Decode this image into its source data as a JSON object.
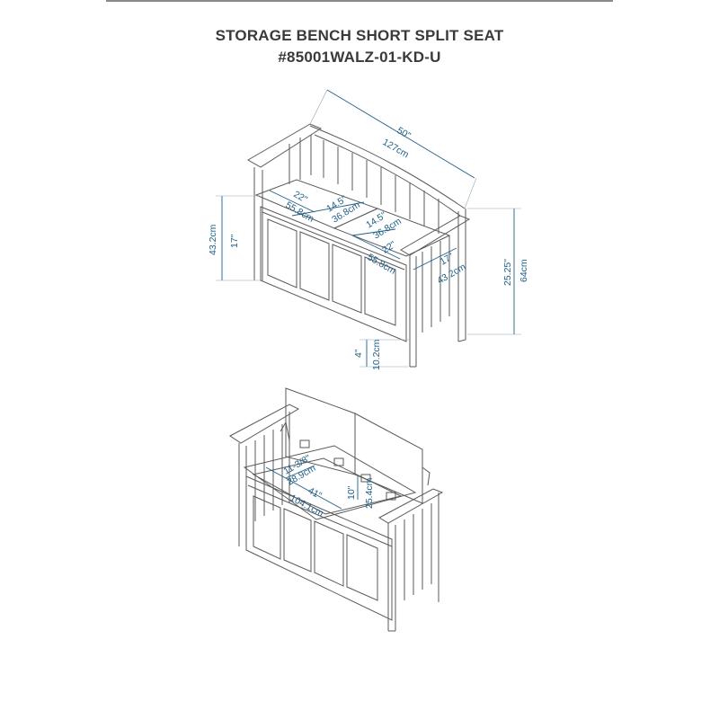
{
  "header": {
    "title_line1": "STORAGE BENCH SHORT SPLIT SEAT",
    "title_line2": "#85001WALZ-01-KD-U"
  },
  "colors": {
    "dimension": "#1f5f86",
    "outline": "#5a5a5a",
    "title": "#3a3a3a"
  },
  "top_view": {
    "width_in": "50\"",
    "width_cm": "127cm",
    "seat_left_depth_in": "22\"",
    "seat_left_depth_cm": "55.8cm",
    "seat_left_width_in": "14.5\"",
    "seat_left_width_cm": "36.8cm",
    "seat_right_width_in": "14.5\"",
    "seat_right_width_cm": "36.8cm",
    "seat_right_depth_in": "22\"",
    "seat_right_depth_cm": "55.8cm",
    "depth_in": "17\"",
    "depth_cm": "43.2cm",
    "seat_height_in": "17\"",
    "seat_height_cm": "43.2cm",
    "total_height_in": "25.25\"",
    "total_height_cm": "64cm",
    "leg_height_in": "4\"",
    "leg_height_cm": "10.2cm"
  },
  "bottom_view": {
    "storage_depth_in": "11-3/8\"",
    "storage_depth_cm": "28.9cm",
    "storage_width_in": "41\"",
    "storage_width_cm": "104.1cm",
    "storage_height_in": "10\"",
    "storage_height_cm": "25.4cm"
  }
}
